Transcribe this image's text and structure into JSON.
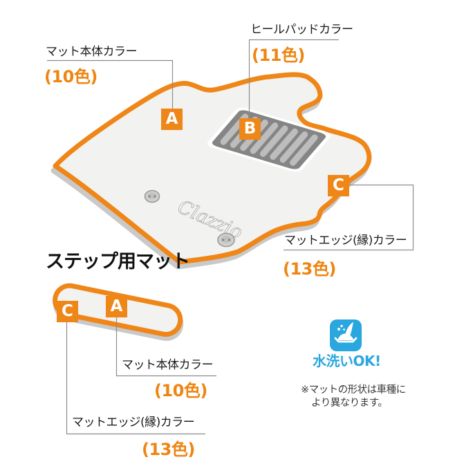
{
  "colors": {
    "accent_orange": "#EF8618",
    "count_orange": "#EE8511",
    "accent_blue": "#29A7DE",
    "mat_fill": "#F2F2F0",
    "mat_thickness_shadow": "#C9C9C9",
    "heel_pad_base": "#858585",
    "heel_pad_stripe": "#BDBDBD",
    "connector_line": "#8C8C8C"
  },
  "main_mat": {
    "body_color_label": {
      "letter": "A",
      "title": "マット本体カラー",
      "count": "(10色)"
    },
    "heel_pad_label": {
      "letter": "B",
      "title": "ヒールパッドカラー",
      "count": "(11色)"
    },
    "edge_color_label": {
      "letter": "C",
      "title": "マットエッジ(縁)カラー",
      "count": "(13色)"
    },
    "logo_text": "Clazzio"
  },
  "step_mat": {
    "heading": "ステップ用マット",
    "body_color_label": {
      "letter": "A",
      "title": "マット本体カラー",
      "count": "(10色)"
    },
    "edge_color_label": {
      "letter": "C",
      "title": "マットエッジ(縁)カラー",
      "count": "(13色)"
    }
  },
  "washable_badge": {
    "label": "水洗いOK!",
    "icon": "water-wash-icon"
  },
  "footnote": {
    "line1": "※マットの形状は車種に",
    "line2": "より異なります。"
  }
}
